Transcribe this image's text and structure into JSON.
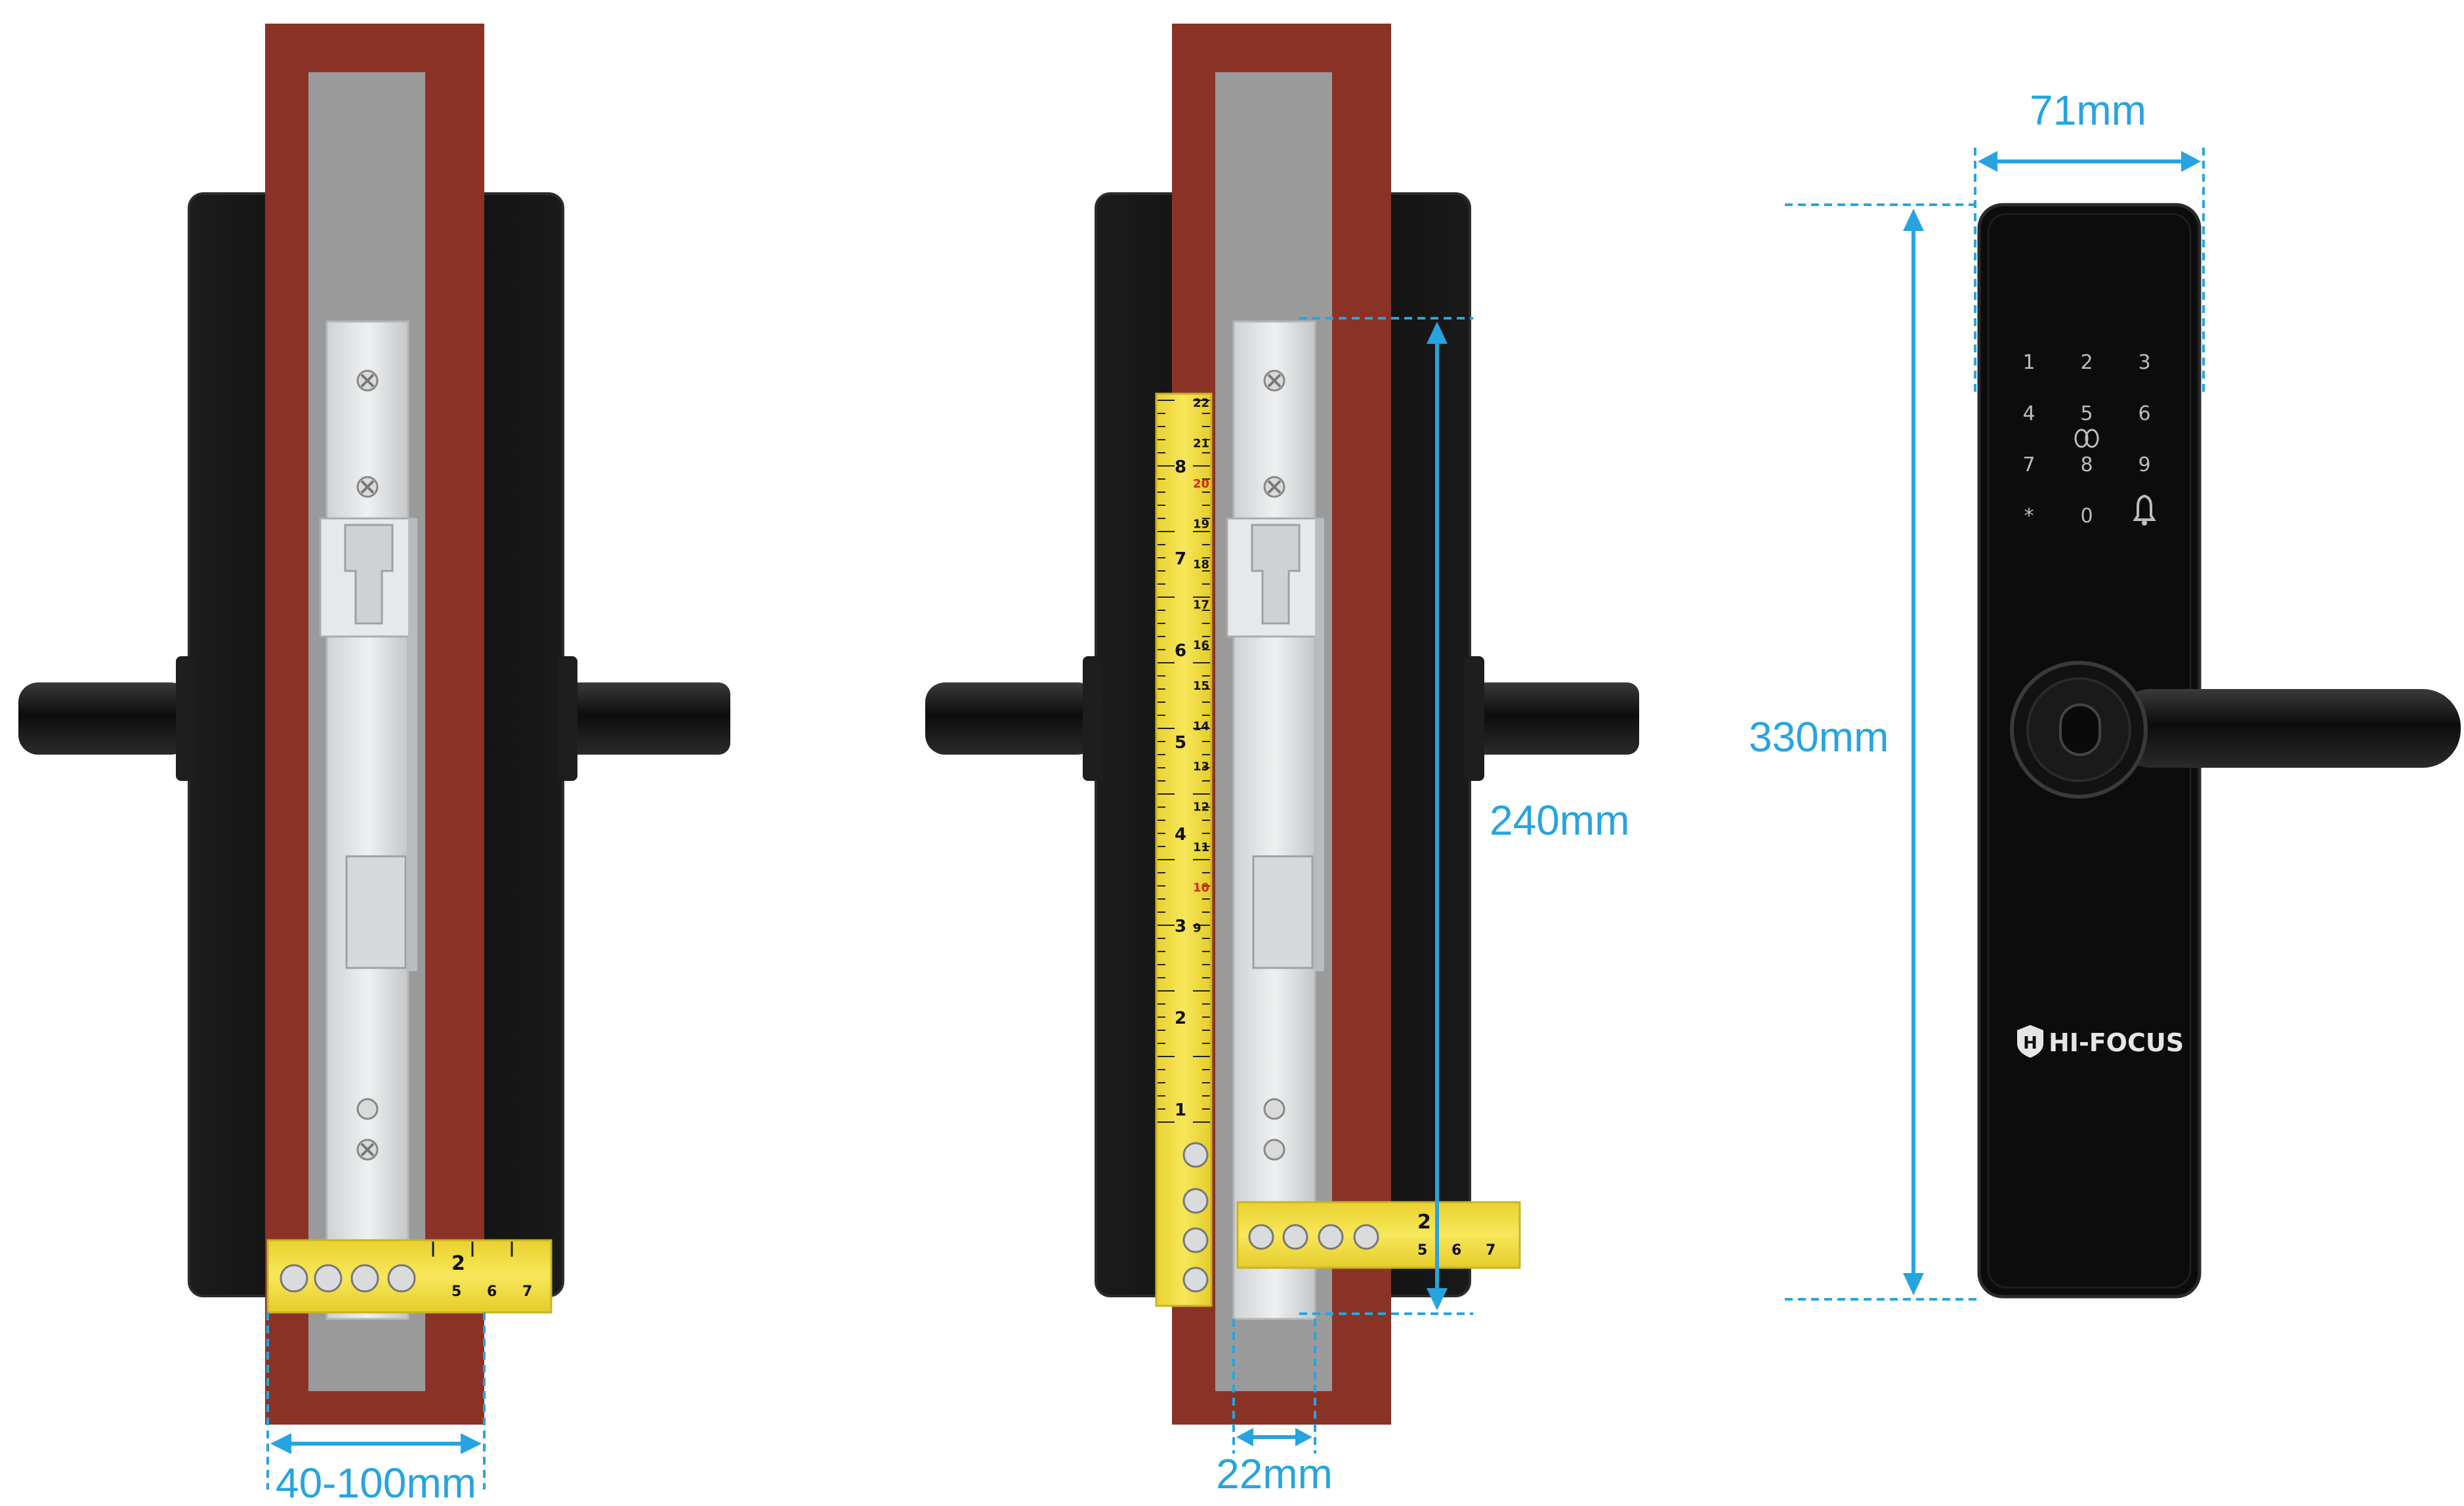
{
  "dimensions": {
    "door_thickness": "40-100mm",
    "mortise_depth": "240mm",
    "backset": "22mm",
    "lock_width": "71mm",
    "lock_height": "330mm"
  },
  "brand": "HI-FOCUS",
  "keypad": {
    "rows": [
      [
        "1",
        "2",
        "3"
      ],
      [
        "4",
        "5",
        "6"
      ],
      [
        "7",
        "8",
        "9"
      ],
      [
        "*",
        "0",
        "bell-icon"
      ]
    ]
  },
  "tape_left_numbers": [
    "1",
    "2",
    "3",
    "4",
    "5",
    "6",
    "7",
    "8"
  ],
  "tape_left_cm": [
    "9",
    "10",
    "11",
    "12",
    "13",
    "14",
    "15",
    "16",
    "17",
    "18",
    "19",
    "20",
    "21",
    "22"
  ],
  "tape_short_numbers": [
    "2",
    "5",
    "6",
    "7"
  ],
  "colors": {
    "door": "#8b3226",
    "mortise": "#9a9a9a",
    "lock_body": "#141414",
    "dimension": "#27a4df",
    "tape": "#f3df3a"
  }
}
